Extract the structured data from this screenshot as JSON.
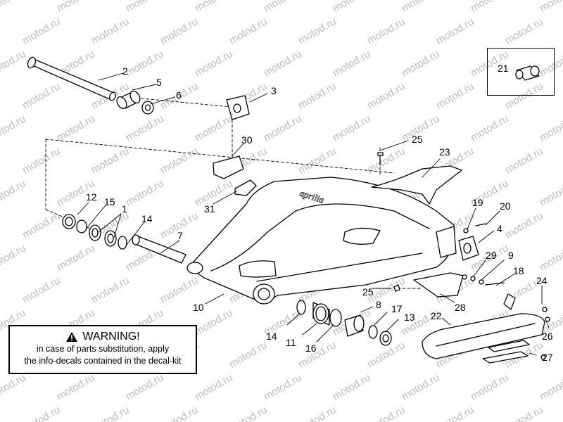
{
  "watermark": "motod.ru",
  "labels": {
    "l1": "1",
    "l2": "2",
    "l3": "3",
    "l4": "4",
    "l5": "5",
    "l6": "6",
    "l7": "7",
    "l8": "8",
    "l9": "9",
    "l10": "10",
    "l11": "11",
    "l12": "12",
    "l13": "13",
    "l14a": "14",
    "l14b": "14",
    "l15": "15",
    "l16": "16",
    "l17": "17",
    "l18": "18",
    "l19": "19",
    "l20": "20",
    "l21": "21",
    "l22": "22",
    "l23": "23",
    "l24": "24",
    "l25a": "25",
    "l25b": "25",
    "l26": "26",
    "l27": "27",
    "l28": "28",
    "l29": "29",
    "l30": "30",
    "l31": "31"
  },
  "warning": {
    "title": "WARNING!",
    "line1": "in case of parts substitution, apply",
    "line2": "the info-decals contained in the decal-kit"
  },
  "swingarm_script": "aprilia"
}
